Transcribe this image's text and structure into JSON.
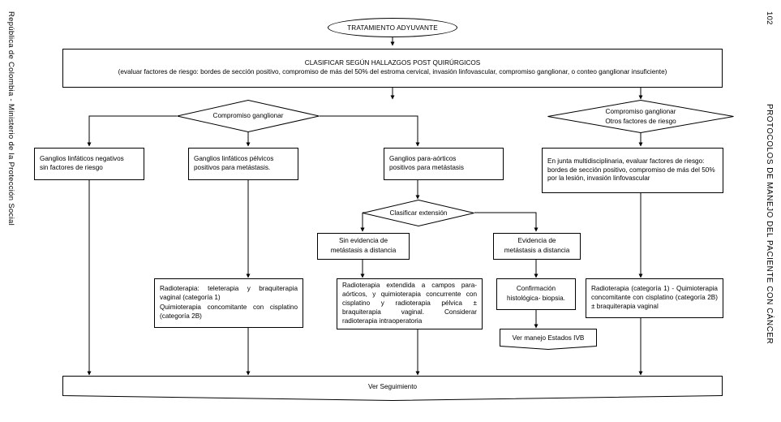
{
  "page": {
    "number": "102",
    "left_margin_text": "República de Colombia - Ministerio de la Protección Social",
    "right_margin_text": "PROTOCOLOS DE MANEJO DEL PACIENTE CON CÁNCER",
    "background": "#ffffff",
    "line_color": "#000000"
  },
  "flowchart": {
    "start": {
      "label": "TRATAMIENTO ADYUVANTE"
    },
    "classify": {
      "title": "CLASIFICAR SEGÚN HALLAZGOS POST QUIRÚRGICOS",
      "detail": "(evaluar factores de riesgo: bordes de sección positivo, compromiso de más del 50% del estroma cervical, invasión linfovascular, compromiso ganglionar, o conteo ganglionar insuficiente)"
    },
    "decision_left": {
      "line1": "Compromiso ganglionar"
    },
    "decision_right": {
      "line1": "Compromiso ganglionar",
      "line2": "Otros factores de riesgo"
    },
    "decision_extension": {
      "line1": "Clasificar extensión"
    },
    "node_negative": {
      "line1": "Ganglios linfáticos negativos",
      "line2": "sin factores de riesgo"
    },
    "node_pelvic": {
      "line1": "Ganglios linfáticos pélvicos",
      "line2": "positivos para metástasis."
    },
    "node_paraaortic": {
      "line1": "Ganglios para-aórticos",
      "line2": "positivos para metástasis"
    },
    "node_board": {
      "text": "En junta multidisciplinaria, evaluar factores de riesgo: bordes de sección positivo, compromiso de más del 50% por la lesión, invasión linfovascular"
    },
    "node_no_distant": {
      "line1": "Sin evidencia de",
      "line2": "metástasis  a distancia"
    },
    "node_distant": {
      "line1": "Evidencia de",
      "line2": "metástasis a distancia"
    },
    "treat_pelvic": {
      "line1": "Radioterapia: teleterapia y braquiterapia vaginal (categoría 1)",
      "line2": "Quimioterapia concomitante con cisplatino (categoría 2B)"
    },
    "treat_paraaortic": {
      "text": "Radioterapia extendida a campos para-aórticos, y quimioterapia concurrente con cisplatino y radioterapia pélvica ± braquiterapia vaginal. Considerar radioterapia intraoperatoria"
    },
    "node_biopsy": {
      "line1": "Confirmación",
      "line2": "histológica- biopsia."
    },
    "node_ivb": {
      "label": "Ver manejo Estados IVB"
    },
    "treat_board": {
      "text": "Radioterapia (categoría 1) - Quimioterapia concomitante con cisplatino (categoría 2B) ± braquiterapia vaginal"
    },
    "footer": {
      "label": "Ver Seguimiento"
    }
  }
}
